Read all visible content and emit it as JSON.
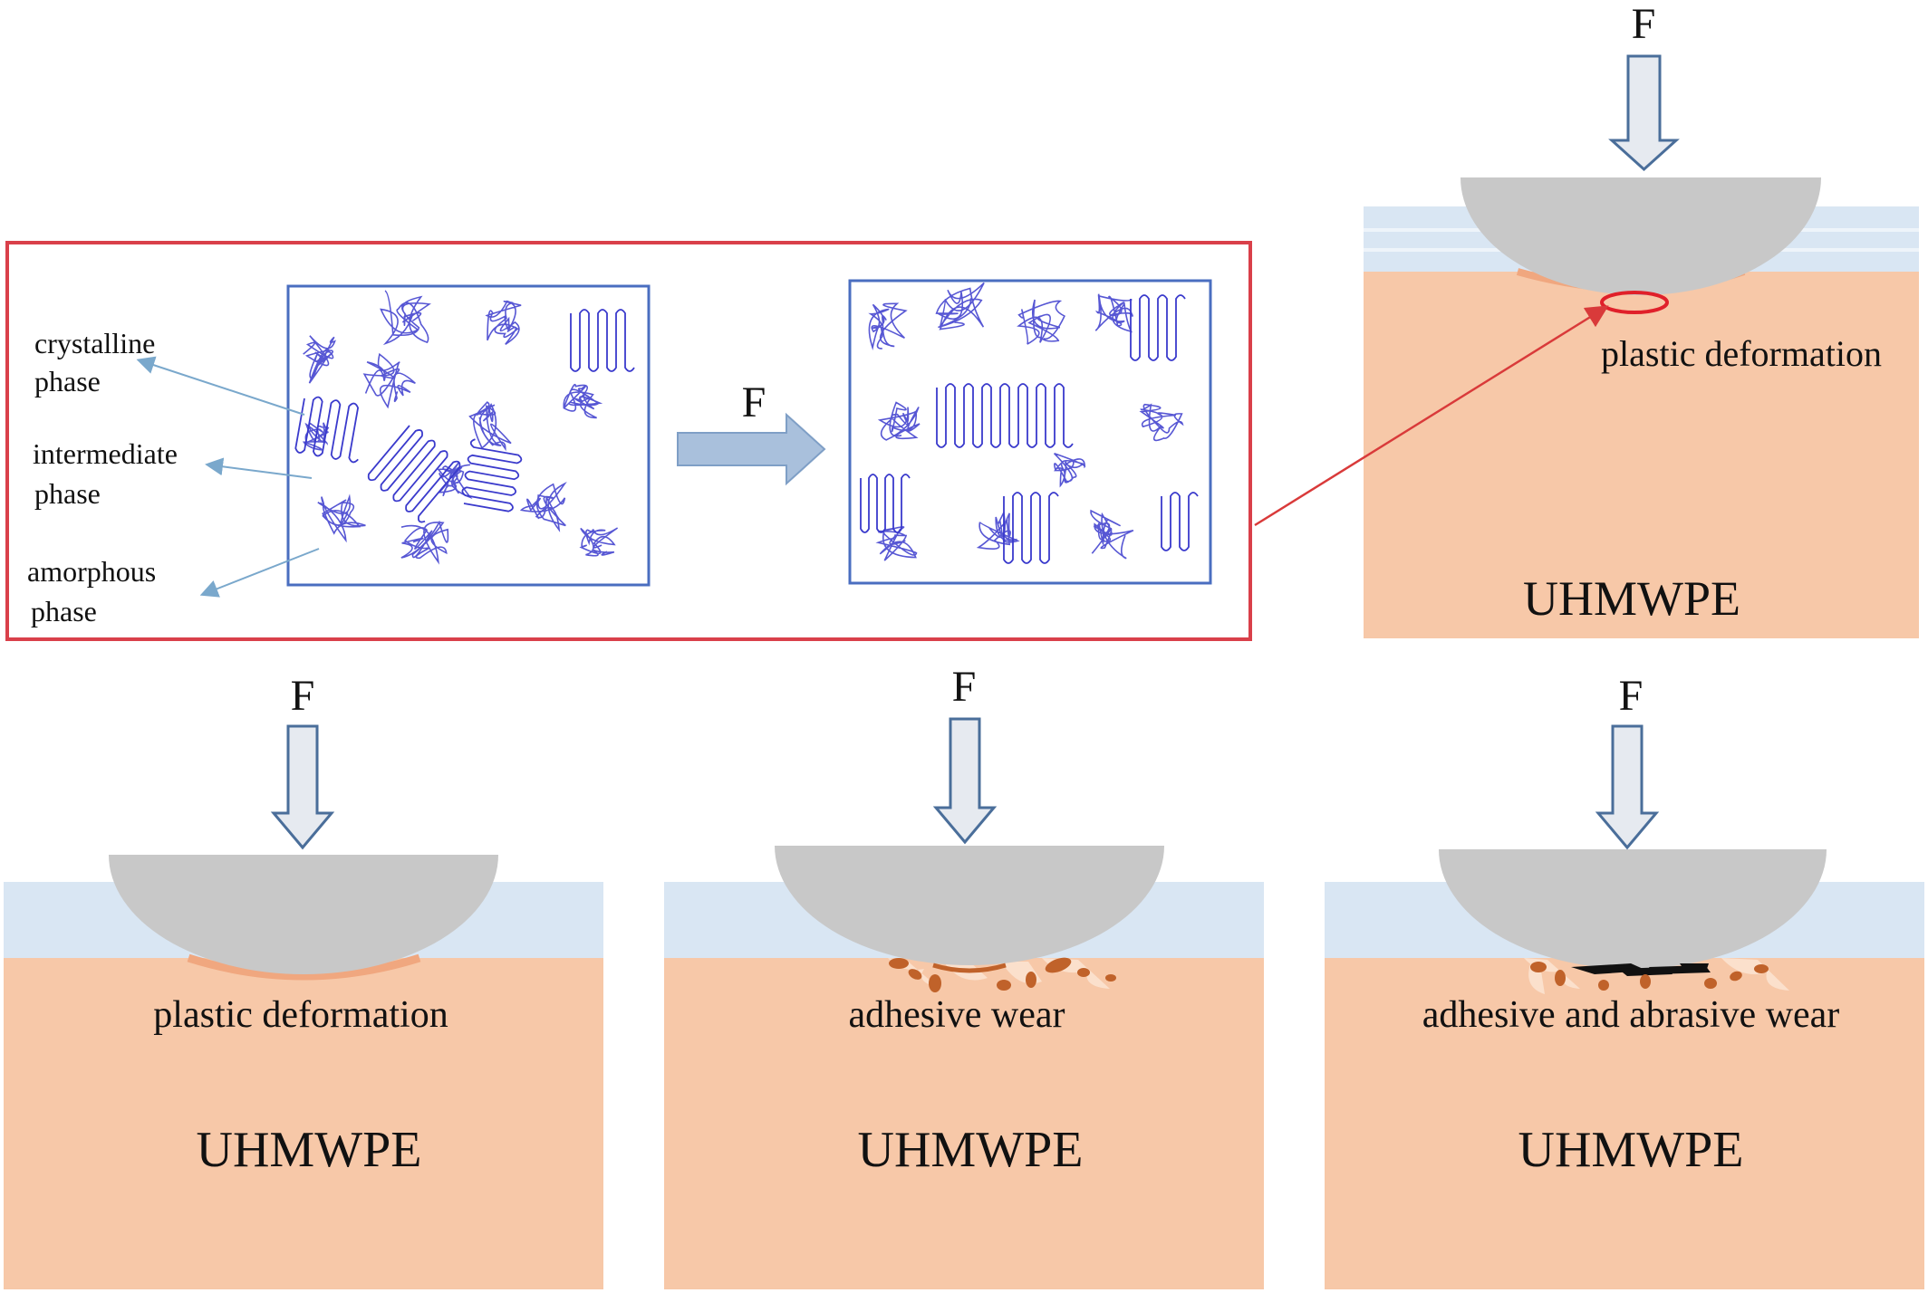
{
  "labels": {
    "force": "F",
    "material": "UHMWPE",
    "crystalline_line1": "crystalline",
    "crystalline_line2": "phase",
    "intermediate_line1": "intermediate",
    "intermediate_line2": "phase",
    "amorphous_line1": "amorphous",
    "amorphous_line2": "phase",
    "plastic_deformation": "plastic deformation",
    "adhesive_wear": "adhesive wear",
    "adhesive_abrasive_wear": "adhesive and abrasive wear"
  },
  "colors": {
    "substrate": "#f7c8a8",
    "surface_layer": "#d9e6f3",
    "indenter": "#c8c8c8",
    "arrow_fill": "#e6eaf0",
    "arrow_stroke": "#4a6e9a",
    "callout_border": "#d9404a",
    "polymer_chain": "#3a3acc",
    "debris": "#c0622a",
    "abrasive": "#111111",
    "deformation_zone": "#f0a77f",
    "callout_line": "#d93a3a",
    "phase_pointer": "#7aa8cc"
  }
}
